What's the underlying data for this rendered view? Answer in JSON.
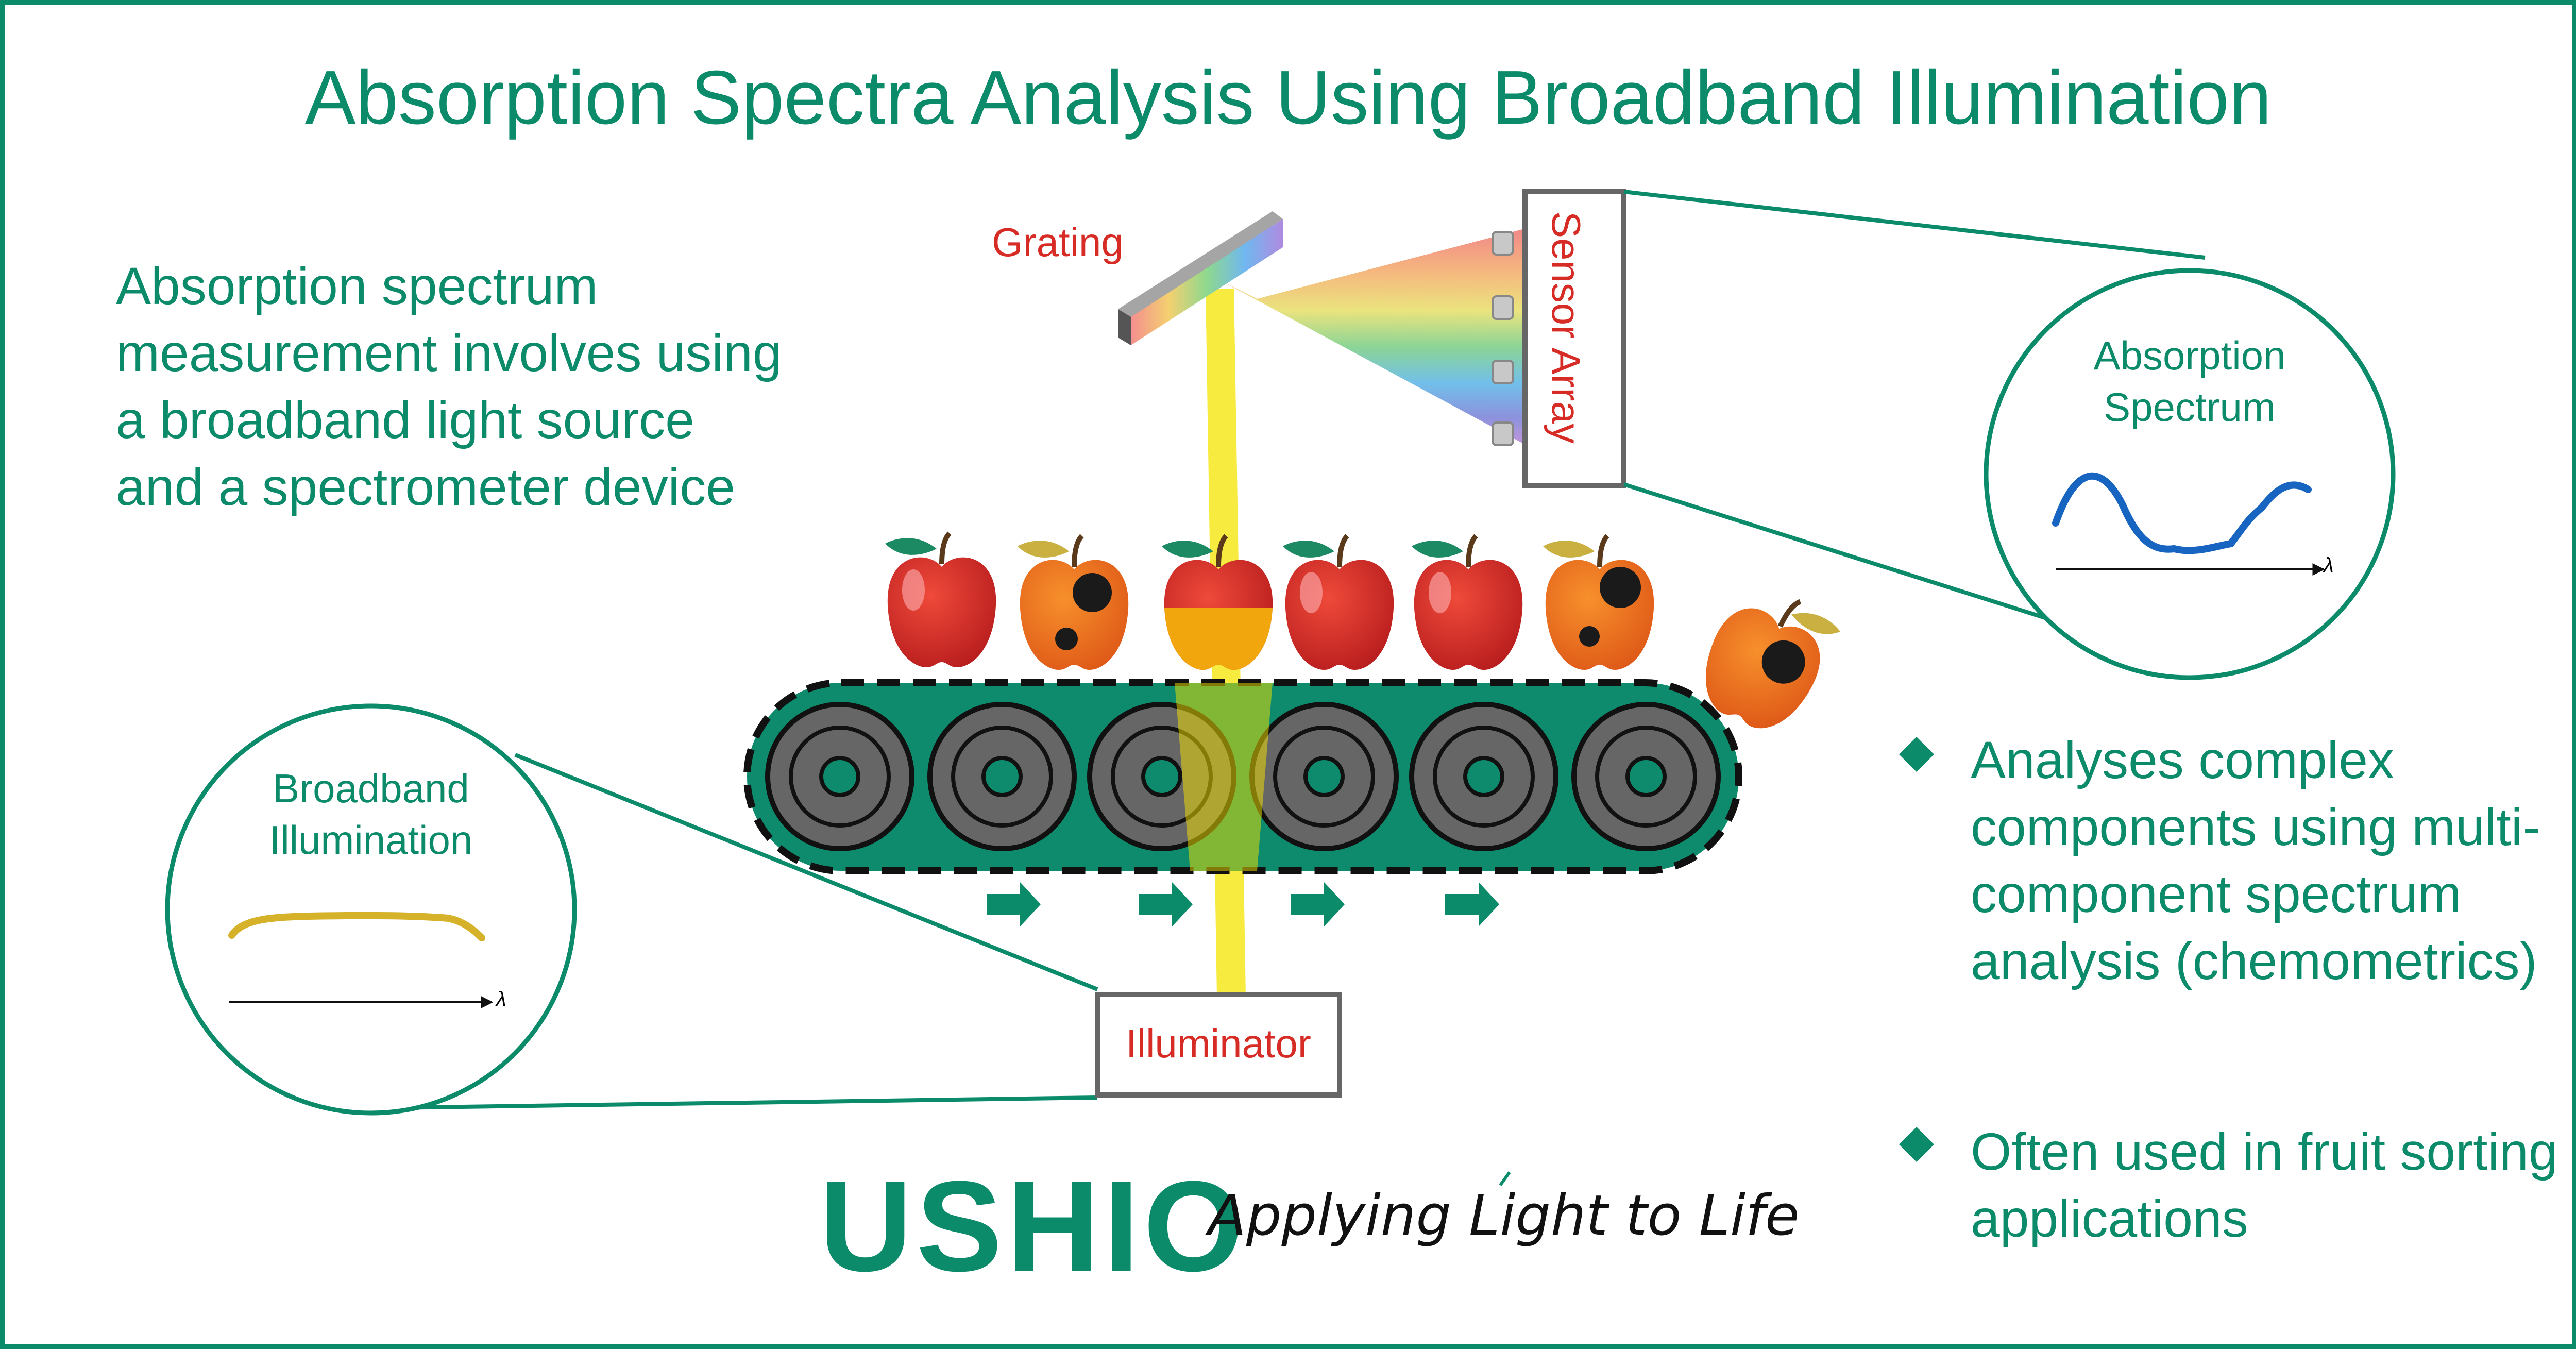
{
  "title": "Absorption Spectra Analysis Using Broadband Illumination",
  "intro": "Absorption spectrum measurement involves using a broadband light source and a spectrometer device",
  "labels": {
    "grating": "Grating",
    "sensor_array": "Sensor Array",
    "illuminator": "Illuminator"
  },
  "absorption_inset": {
    "line1": "Absorption",
    "line2": "Spectrum",
    "axis_label": "λ"
  },
  "broadband_inset": {
    "line1": "Broadband",
    "line2": "Illumination",
    "axis_label": "λ"
  },
  "bullets": [
    "Analyses complex components using multi-component spectrum analysis (chemometrics)",
    "Often used in fruit sorting applications"
  ],
  "brand": {
    "logo": "USHIO",
    "tagline": "Applying Light to Life"
  },
  "colors": {
    "brand_teal": "#0b8b6a",
    "label_red": "#d72b25",
    "belt_green": "#0e8a6d",
    "roller_gray": "#666666",
    "beam_yellow": "#f5e400"
  },
  "icons": [
    "apple-icon",
    "bruised-apple-icon",
    "arrow-right-icon",
    "diamond-bullet-icon"
  ]
}
